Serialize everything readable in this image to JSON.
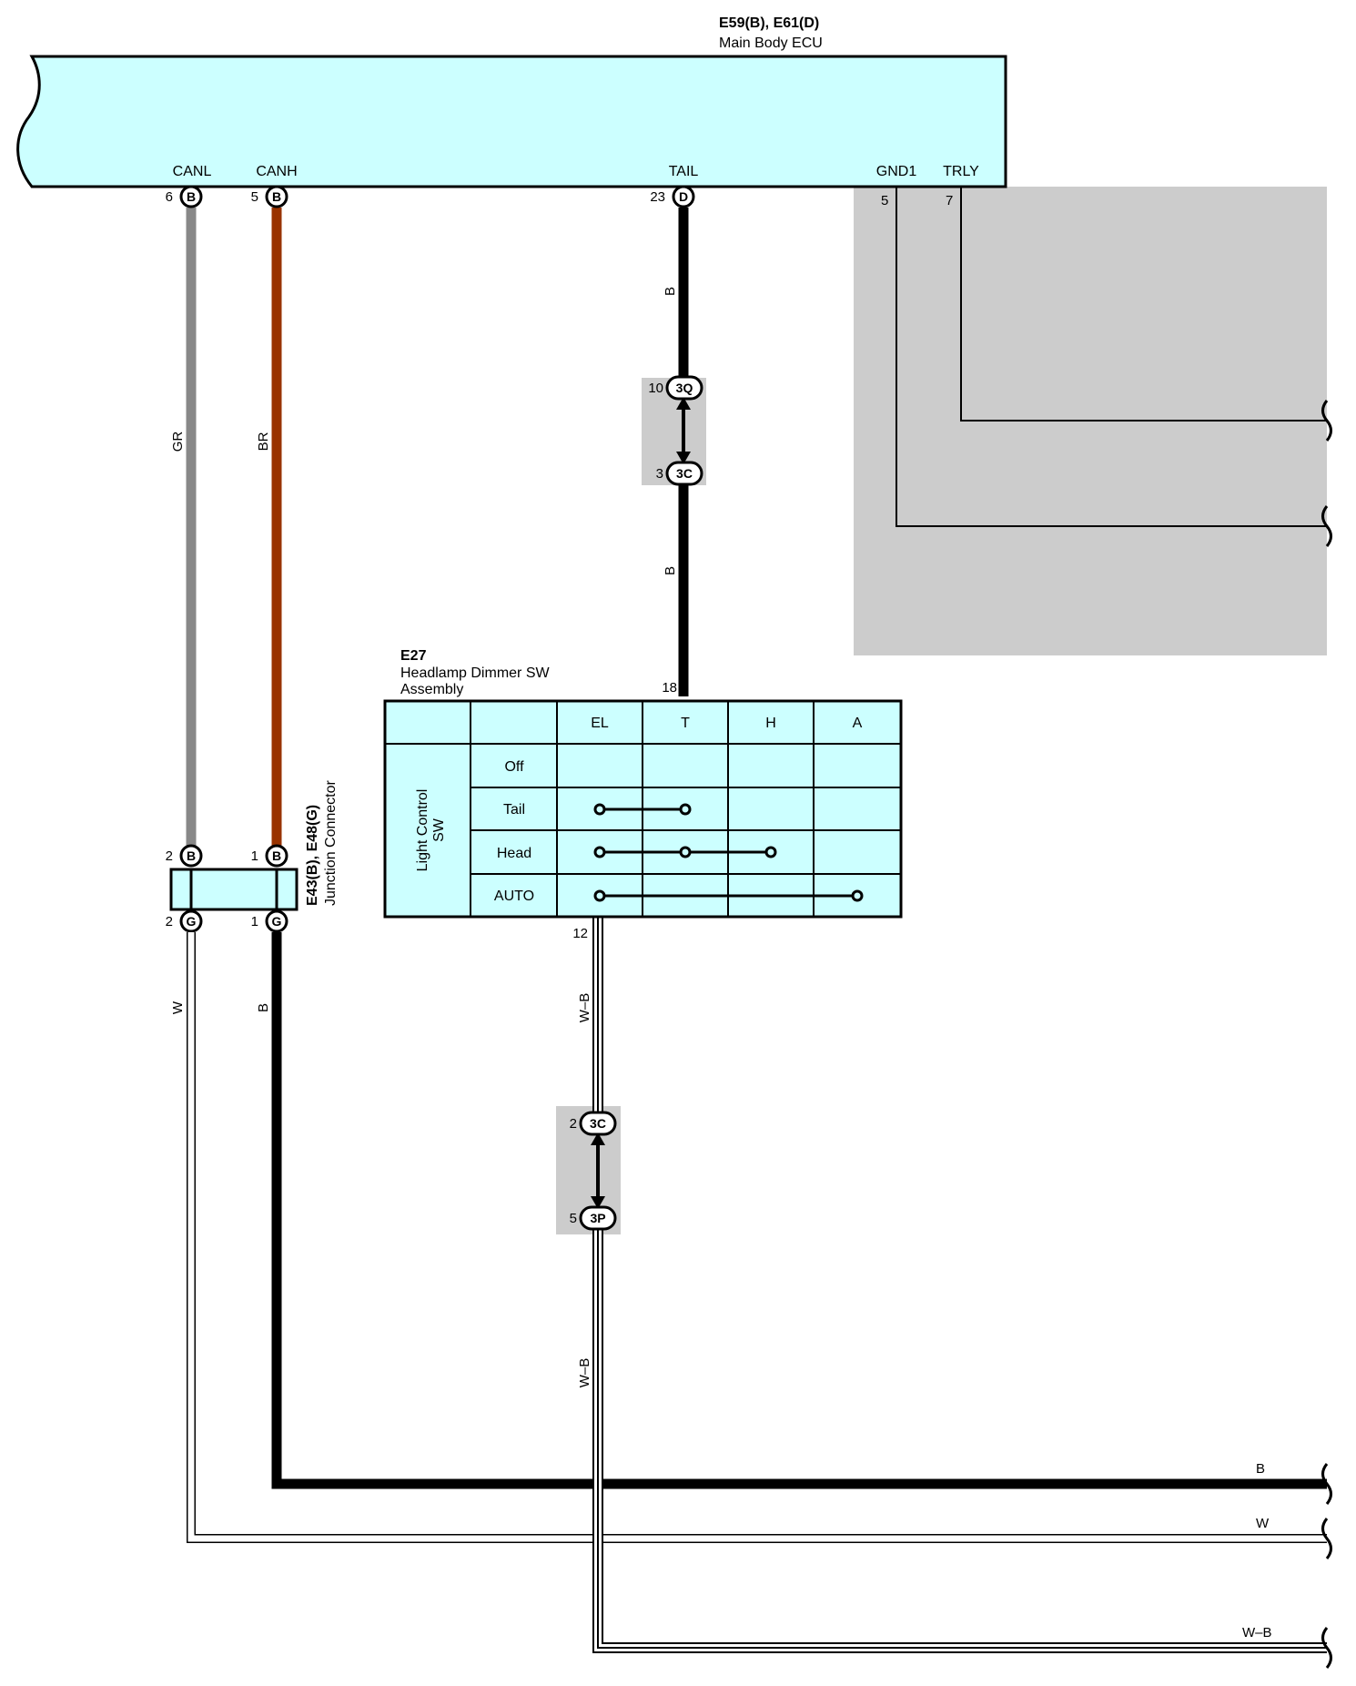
{
  "ecu": {
    "codes": "E59(B), E61(D)",
    "name": "Main Body ECU",
    "pins": [
      {
        "name": "CANL",
        "num": "6",
        "conn": "B"
      },
      {
        "name": "CANH",
        "num": "5",
        "conn": "B"
      },
      {
        "name": "TAIL",
        "num": "23",
        "conn": "D"
      },
      {
        "name": "GND1",
        "num": "5"
      },
      {
        "name": "TRLY",
        "num": "7"
      }
    ]
  },
  "junction": {
    "codes": "E43(B), E48(G)",
    "name": "Junction Connector",
    "top_pins": [
      {
        "num": "2",
        "conn": "B"
      },
      {
        "num": "1",
        "conn": "B"
      }
    ],
    "bottom_pins": [
      {
        "num": "2",
        "conn": "G"
      },
      {
        "num": "1",
        "conn": "G"
      }
    ]
  },
  "inline_connectors": [
    {
      "num_top": "10",
      "conn_top": "3Q",
      "num_bottom": "3",
      "conn_bottom": "3C"
    },
    {
      "num_top": "2",
      "conn_top": "3C",
      "num_bottom": "5",
      "conn_bottom": "3P"
    }
  ],
  "switch": {
    "code": "E27",
    "name_line1": "Headlamp Dimmer SW",
    "name_line2": "Assembly",
    "pin_top": "18",
    "pin_bottom": "12",
    "group_label_line1": "Light Control",
    "group_label_line2": "SW",
    "columns": [
      "EL",
      "T",
      "H",
      "A"
    ],
    "rows": [
      "Off",
      "Tail",
      "Head",
      "AUTO"
    ],
    "connections": [
      [],
      [
        "EL",
        "T"
      ],
      [
        "EL",
        "T",
        "H"
      ],
      [
        "EL",
        "A"
      ]
    ]
  },
  "wires": {
    "canl": {
      "color_code": "GR",
      "hex": "#888888"
    },
    "canh": {
      "color_code": "BR",
      "hex": "#993300"
    },
    "tail_upper": {
      "color_code": "B",
      "hex": "#000000"
    },
    "tail_lower": {
      "color_code": "B",
      "hex": "#000000"
    },
    "jc_w": {
      "color_code": "W",
      "hex": "#ffffff"
    },
    "jc_b": {
      "color_code": "B",
      "hex": "#000000"
    },
    "sw_wb_upper": {
      "color_code": "W–B"
    },
    "sw_wb_lower": {
      "color_code": "W–B"
    },
    "out_b": "B",
    "out_w": "W",
    "out_wb": "W–B"
  },
  "colors": {
    "ecu_fill": "#ccffff",
    "shade": "#cccccc"
  }
}
